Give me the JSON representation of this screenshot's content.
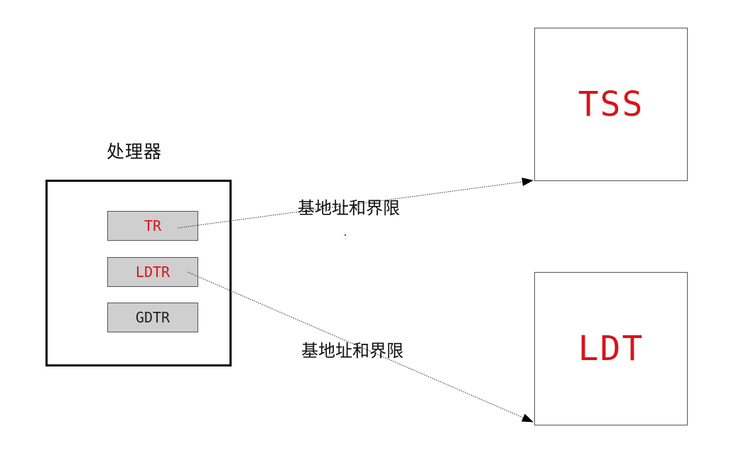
{
  "processor": {
    "title": "处理器",
    "registers": [
      {
        "label": "TR",
        "color": "#d8141b"
      },
      {
        "label": "LDTR",
        "color": "#d8141b"
      },
      {
        "label": "GDTR",
        "color": "#222222"
      }
    ]
  },
  "targets": [
    {
      "label": "TSS",
      "color": "#d8141b"
    },
    {
      "label": "LDT",
      "color": "#d8141b"
    }
  ],
  "edges": [
    {
      "from": "TR",
      "to": "TSS",
      "label": "基地址和界限"
    },
    {
      "from": "LDTR",
      "to": "LDT",
      "label": "基地址和界限"
    }
  ]
}
